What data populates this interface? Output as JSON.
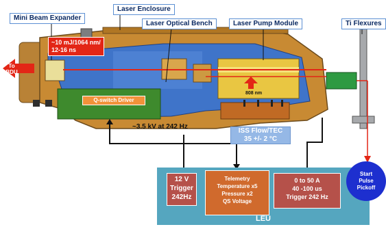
{
  "callouts": {
    "mini_beam_expander": "Mini Beam Expander",
    "laser_enclosure": "Laser Enclosure",
    "laser_optical_bench": "Laser Optical Bench",
    "laser_pump_module": "Laser Pump Module",
    "ti_flexures": "Ti Flexures"
  },
  "pulse_spec": {
    "line1": "~10 mJ/1064 nm/",
    "line2": "12-16 ns"
  },
  "to_bdu": "To\nBDU",
  "wavelength": "808 nm",
  "q_switch_driver": "Q-switch Driver",
  "hv_label": "~3.5 kV at 242 Hz",
  "iss_flow": {
    "line1": "ISS Flow/TEC",
    "line2": "35 +/- 2 °C"
  },
  "leu": {
    "title": "LEU",
    "trigger_box": "12 V\nTrigger\n242Hz",
    "telemetry_box": "Telemetry\nTemperature x5\nPressure x2\nQS Voltage",
    "current_box": "0 to 50 A\n40 -100 us\nTrigger 242 Hz"
  },
  "start_pulse_pickoff": "Start\nPulse\nPickoff",
  "colors": {
    "housing": "#c88a33",
    "bench": "#3f74c9",
    "beam": "#e32616",
    "wire": "#111111",
    "leu": "#55a6bf",
    "leu_box": "#b5514a",
    "telemetry_box": "#d06a2d",
    "pickoff": "#1d2fcf"
  }
}
